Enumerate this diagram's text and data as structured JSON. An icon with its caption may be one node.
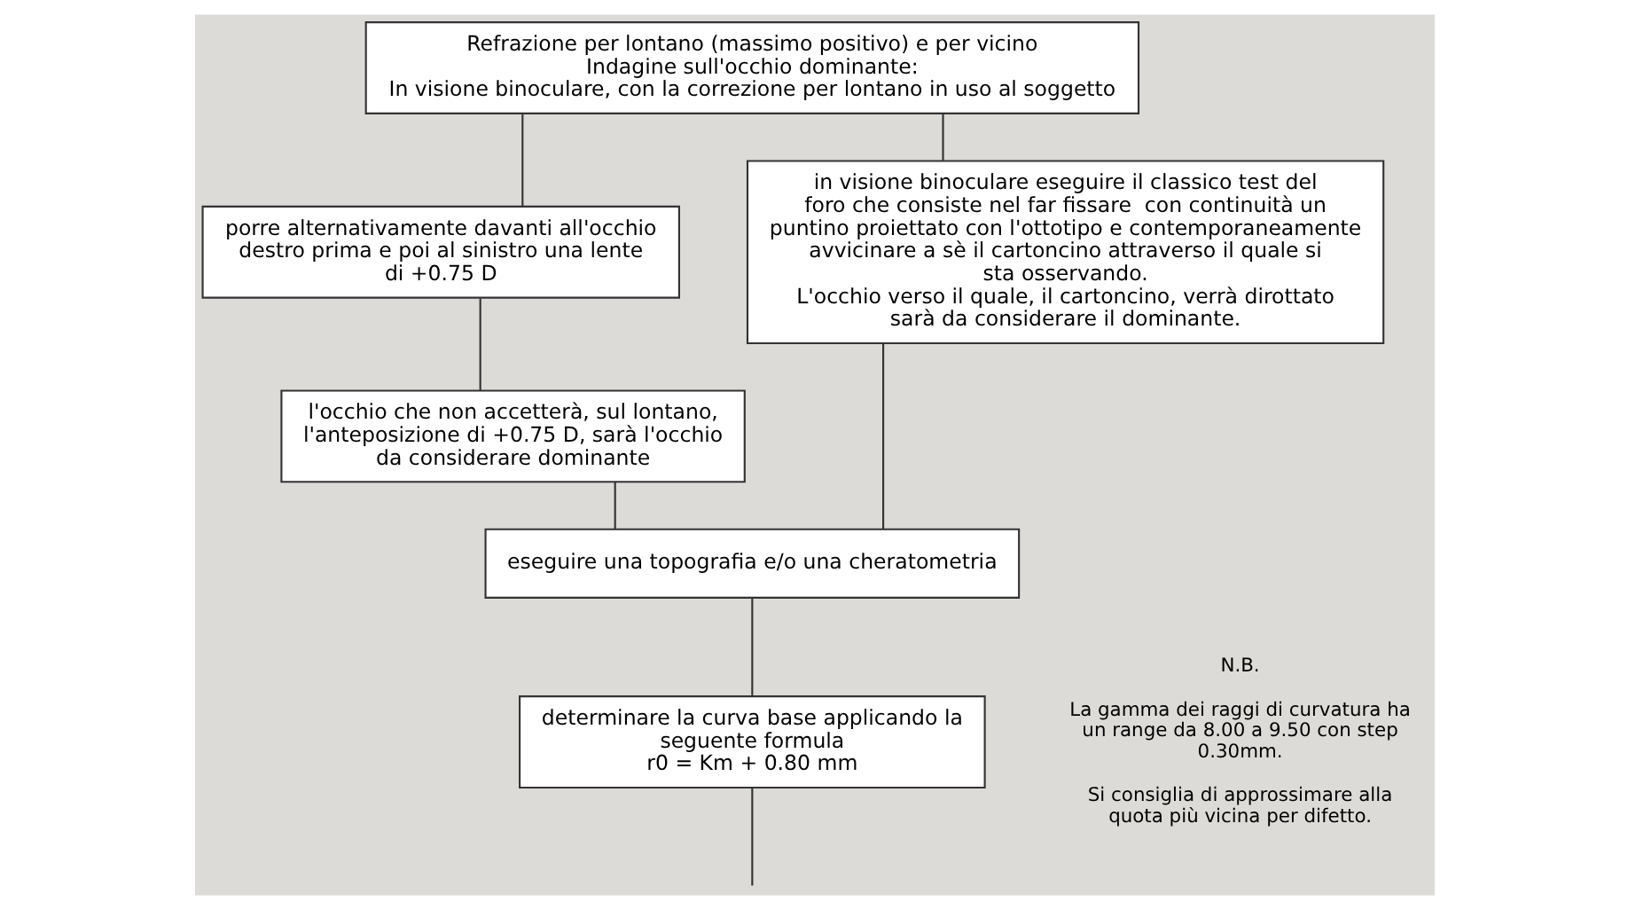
{
  "diagram": {
    "nodes": [
      {
        "text": [
          "Refrazione per lontano (massimo positivo) e per vicino",
          "Indagine sull'occhio dominante:",
          "In visione binoculare, con la correzione per lontano in uso al soggetto"
        ]
      },
      {
        "text": [
          "porre alternativamente davanti all'occhio destro prima e poi al sinistro una lente di +0.75 D"
        ]
      },
      {
        "text": [
          "l'occhio che non accetterà, sul lontano, l'anteposizione di +0.75 D, sarà l'occhio da considerare dominante"
        ]
      },
      {
        "text": [
          "in visione binoculare eseguire il classico test del foro che consiste nel far fissare  con continuità un puntino proiettato con l'ottotipo e contemporaneamente avvicinare a sè il cartoncino attraverso il quale si sta osservando.",
          "L'occhio verso il quale, il cartoncino, verrà dirottato sarà da considerare il dominante."
        ]
      },
      {
        "text": [
          "eseguire una topografia e/o una cheratometria"
        ]
      },
      {
        "text": [
          "determinare la curva base applicando la seguente formula",
          "r0 = Km + 0.80 mm"
        ]
      }
    ],
    "edges": [
      {
        "from": 0,
        "to": 1,
        "arrow": "none"
      },
      {
        "from": 0,
        "to": 3,
        "arrow": "none"
      },
      {
        "from": 1,
        "to": 2,
        "arrow": "none"
      },
      {
        "from": 2,
        "to": 4,
        "arrow": "none"
      },
      {
        "from": 3,
        "to": 4,
        "arrow": "none"
      },
      {
        "from": 4,
        "to": 5,
        "arrow": "none"
      },
      {
        "from": 5,
        "to": null,
        "arrow": "none"
      }
    ],
    "labels": [
      "N.B.",
      "La gamma dei raggi di curvatura ha un range da 8.00 a 9.50 con step 0.30mm.",
      "Si consiglia di approssimare alla quota più vicina per difetto."
    ]
  }
}
